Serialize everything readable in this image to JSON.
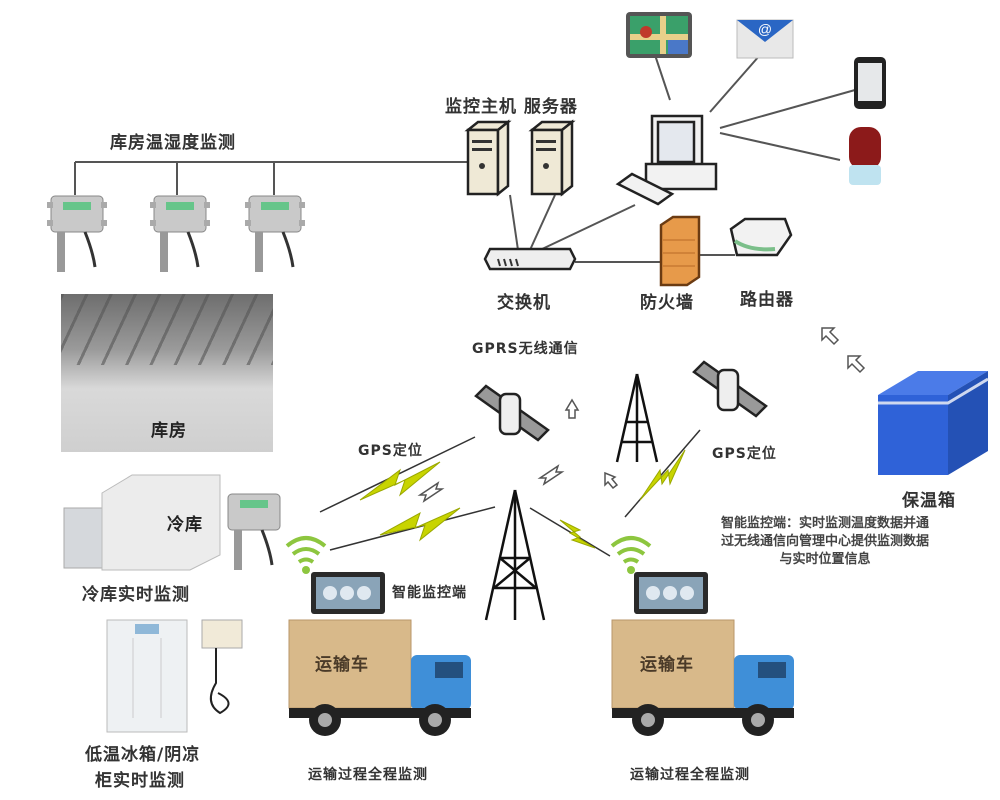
{
  "title": "冷链温湿度监测系统示意图",
  "labels": {
    "warehouse_monitoring": "库房温湿度监测",
    "host_server": "监控主机 服务器",
    "switch": "交换机",
    "firewall": "防火墙",
    "router": "路由器",
    "gprs": "GPRS无线通信",
    "warehouse": "库房",
    "gps_left": "GPS定位",
    "gps_right": "GPS定位",
    "cold_storage": "冷库",
    "cold_storage_monitoring": "冷库实时监测",
    "fridge_monitoring_line1": "低温冰箱/阴凉",
    "fridge_monitoring_line2": "柜实时监测",
    "smart_terminal": "智能监控端",
    "truck_left": "运输车",
    "truck_right": "运输车",
    "transport_left": "运输过程全程监测",
    "transport_right": "运输过程全程监测",
    "insulated_box": "保温箱",
    "terminal_note_line1": "智能监控端：实时监测温度数据并通",
    "terminal_note_line2": "过无线通信向管理中心提供监测数据",
    "terminal_note_line3": "与实时位置信息"
  },
  "icons": {
    "map": "map-icon",
    "email": "email-icon",
    "phone": "phone-icon",
    "alarm": "alarm-light-icon",
    "computer": "computer-icon",
    "email_symbol": "@"
  },
  "colors": {
    "signal_yellow": "#c8d400",
    "wifi_green": "#8dc63f",
    "truck_blue": "#3f8fd8",
    "cargo_tan": "#d8b98a",
    "box_blue": "#2f62d8",
    "firewall_orange": "#e79a4a"
  }
}
